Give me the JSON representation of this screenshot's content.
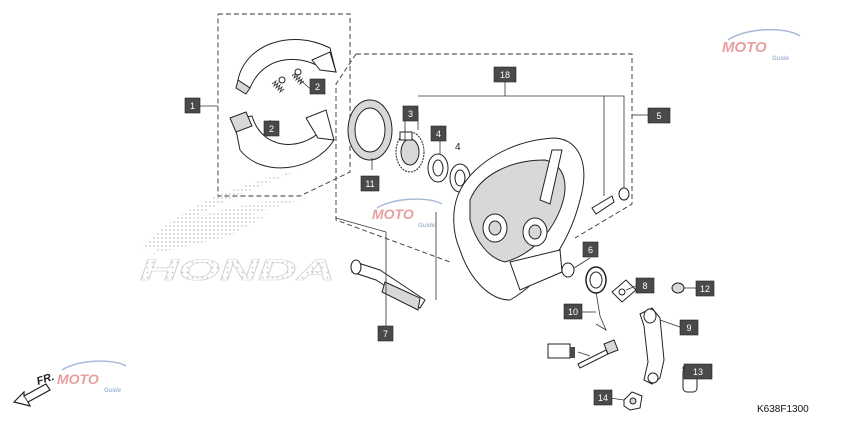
{
  "diagram": {
    "code": "K638F1300",
    "front_arrow_label": "FR.",
    "plain_label": "4",
    "callouts": [
      {
        "id": "c1",
        "label": "1"
      },
      {
        "id": "c2a",
        "label": "2"
      },
      {
        "id": "c2b",
        "label": "2"
      },
      {
        "id": "c3",
        "label": "3"
      },
      {
        "id": "c4",
        "label": "4"
      },
      {
        "id": "c5",
        "label": "5"
      },
      {
        "id": "c6",
        "label": "6"
      },
      {
        "id": "c7",
        "label": "7"
      },
      {
        "id": "c8",
        "label": "8"
      },
      {
        "id": "c9",
        "label": "9"
      },
      {
        "id": "c10",
        "label": "10"
      },
      {
        "id": "c11",
        "label": "11"
      },
      {
        "id": "c12",
        "label": "12"
      },
      {
        "id": "c13",
        "label": "13"
      },
      {
        "id": "c14",
        "label": "14"
      },
      {
        "id": "c15",
        "label": ""
      },
      {
        "id": "c18",
        "label": "18"
      }
    ]
  },
  "watermarks": {
    "brand_main": "HONDA",
    "moto_text": "MOTO",
    "moto_sub": "Guide"
  },
  "colors": {
    "callout_fill": "#4a4a4a",
    "watermark_red": "#e8a0a0",
    "watermark_blue": "#a8b8d8",
    "watermark_dot": "#cfcfcf"
  }
}
